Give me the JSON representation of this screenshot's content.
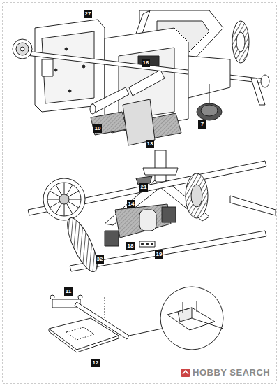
{
  "diagram": {
    "labels": [
      "27",
      "16",
      "10",
      "13",
      "7",
      "21",
      "14",
      "18",
      "32",
      "19",
      "11",
      "12",
      "HOBBY SEARCH"
    ]
  }
}
